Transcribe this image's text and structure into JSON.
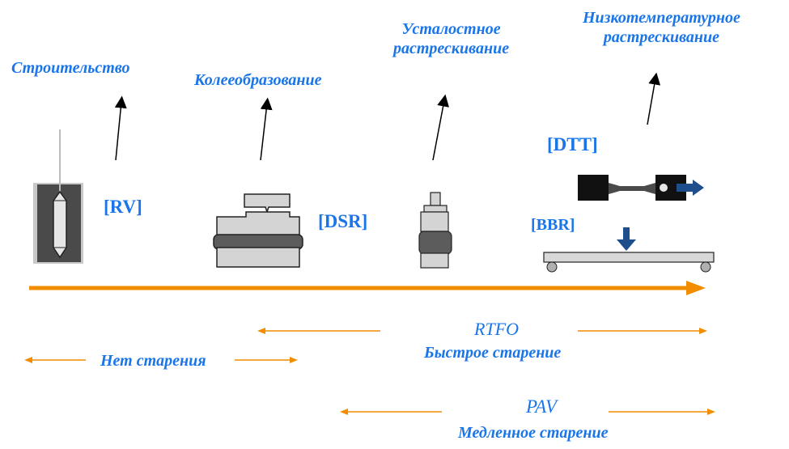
{
  "stages": {
    "construction": "Строительство",
    "rutting": "Колееобразование",
    "fatigue": [
      "Усталостное",
      "растрескивание"
    ],
    "low_temp": [
      "Низкотемпературное",
      "растрескивание"
    ]
  },
  "tests": {
    "rv": "[RV]",
    "dsr": "[DSR]",
    "dtt": "[DTT]",
    "bbr": "[BBR]"
  },
  "aging": {
    "none": "Нет старения",
    "rtfo": "RTFO",
    "rtfo_desc": "Быстрое старение",
    "pav": "PAV",
    "pav_desc": "Медленное старение"
  },
  "colors": {
    "label": "#1a75e8",
    "timeline": "#f28c00",
    "gray_light": "#c8c8c8",
    "gray_dark": "#555555",
    "arrow_blue": "#1f4e8c"
  }
}
